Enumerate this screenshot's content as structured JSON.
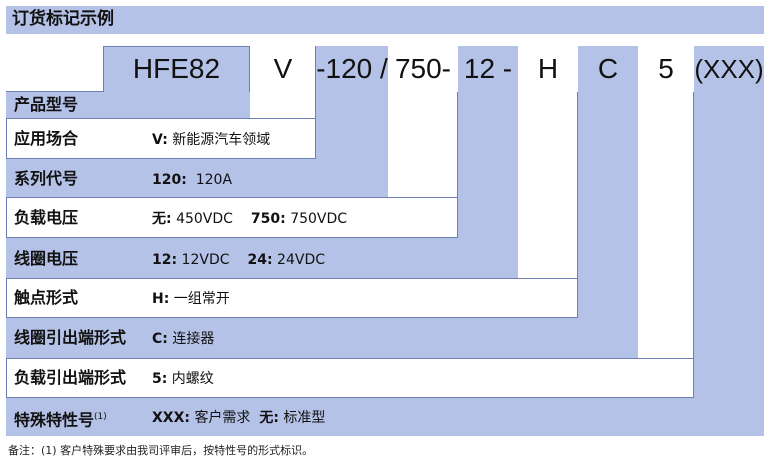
{
  "header": {
    "title": "订货标记示例"
  },
  "codes": {
    "model": "HFE82",
    "application": "V",
    "series": "-120 /",
    "load_voltage": "750-",
    "coil_voltage": "12 -",
    "contact": "H",
    "coil_terminal": "C",
    "load_terminal": "5",
    "special": "(XXX)"
  },
  "rows": {
    "model": {
      "label": "产品型号"
    },
    "application": {
      "label": "应用场合",
      "code": "V:",
      "text": "新能源汽车领域"
    },
    "series": {
      "label": "系列代号",
      "code": "120:",
      "text": "120A"
    },
    "load_voltage": {
      "label": "负载电压",
      "code1": "无:",
      "text1": "450VDC",
      "code2": "750:",
      "text2": "750VDC"
    },
    "coil_voltage": {
      "label": "线圈电压",
      "code1": "12:",
      "text1": "12VDC",
      "code2": "24:",
      "text2": "24VDC"
    },
    "contact": {
      "label": "触点形式",
      "code": "H:",
      "text": "一组常开"
    },
    "coil_terminal": {
      "label": "线圈引出端形式",
      "code": "C:",
      "text": "连接器"
    },
    "load_terminal": {
      "label": "负载引出端形式",
      "code": "5:",
      "text": "内螺纹"
    },
    "special": {
      "label": "特殊特性号",
      "note_mark": "(1)",
      "code1": "XXX:",
      "text1": "客户需求",
      "code2": "无:",
      "text2": "标准型"
    }
  },
  "footnote": "备注：(1) 客户特殊要求由我司评审后，按特性号的形式标识。",
  "colors": {
    "fill": "#b5c2e8",
    "line": "#6f7fb3"
  }
}
